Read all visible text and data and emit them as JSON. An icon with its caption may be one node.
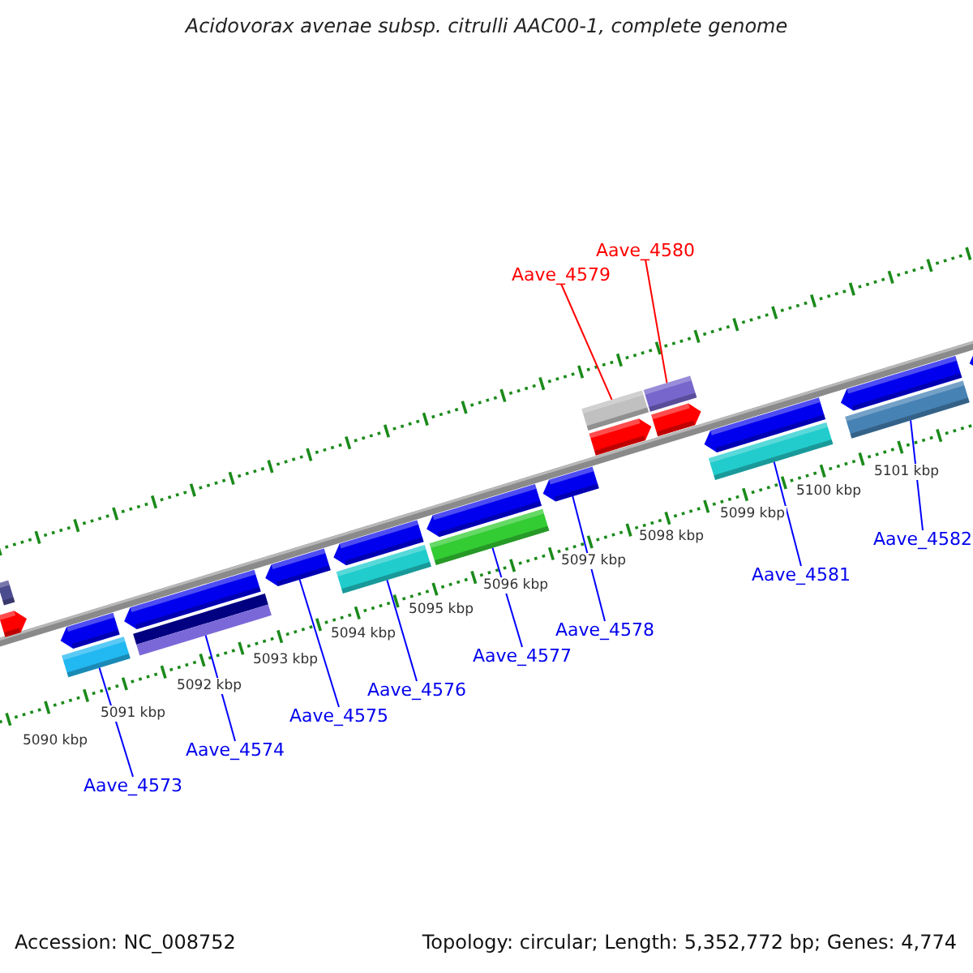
{
  "diagram": {
    "title": "Acidovorax avenae subsp. citrulli AAC00-1, complete genome",
    "nodes": [
      {
        "text": [
          "Aave_4573"
        ]
      },
      {
        "text": [
          "Aave_4574"
        ]
      },
      {
        "text": [
          "Aave_4575"
        ]
      },
      {
        "text": [
          "Aave_4576"
        ]
      },
      {
        "text": [
          "Aave_4577"
        ]
      },
      {
        "text": [
          "Aave_4578"
        ]
      },
      {
        "text": [
          "Aave_4579"
        ]
      },
      {
        "text": [
          "Aave_4580"
        ]
      },
      {
        "text": [
          "Aave_4581"
        ]
      },
      {
        "text": [
          "Aave_4582"
        ]
      },
      {
        "text": [],
        "shape": "bar"
      },
      {
        "text": [],
        "shape": "arrow"
      },
      {
        "text": [],
        "shape": "arrow"
      },
      {
        "text": [],
        "shape": "bar"
      },
      {
        "text": [],
        "shape": "arrow"
      },
      {
        "text": [],
        "shape": "bar"
      },
      {
        "text": [],
        "shape": "arrow"
      },
      {
        "text": [],
        "shape": "arrow"
      },
      {
        "text": [],
        "shape": "bar"
      },
      {
        "text": [],
        "shape": "arrow"
      },
      {
        "text": [],
        "shape": "bar"
      },
      {
        "text": [],
        "shape": "arrow"
      },
      {
        "text": [],
        "shape": "bar"
      },
      {
        "text": [],
        "shape": "arrow"
      },
      {
        "text": [],
        "shape": "bar"
      },
      {
        "text": [],
        "shape": "arrow"
      },
      {
        "text": [],
        "shape": "arrow"
      },
      {
        "text": [],
        "shape": "bar"
      },
      {
        "text": [],
        "shape": "arrow"
      },
      {
        "text": [],
        "shape": "bar"
      },
      {
        "text": [],
        "shape": "arrow"
      }
    ],
    "edges": [
      {
        "from": 0,
        "to": 13,
        "arrow": "none"
      },
      {
        "from": 1,
        "to": 15,
        "arrow": "none"
      },
      {
        "from": 2,
        "to": 16,
        "arrow": "none"
      },
      {
        "from": 3,
        "to": 18,
        "arrow": "none"
      },
      {
        "from": 4,
        "to": 20,
        "arrow": "none"
      },
      {
        "from": 5,
        "to": 21,
        "arrow": "none"
      },
      {
        "from": 6,
        "to": 22,
        "arrow": "none",
        "color": "#ff0000"
      },
      {
        "from": 7,
        "to": 24,
        "arrow": "none",
        "color": "#ff0000"
      },
      {
        "from": 8,
        "to": 27,
        "arrow": "none"
      },
      {
        "from": 9,
        "to": 29,
        "arrow": "none"
      }
    ],
    "labels": [
      "5090 kbp",
      "5091 kbp",
      "5092 kbp",
      "5093 kbp",
      "5094 kbp",
      "5095 kbp",
      "5096 kbp",
      "5097 kbp",
      "5098 kbp",
      "5099 kbp",
      "5100 kbp",
      "5101 kbp",
      "Accession: NC_008752",
      "Topology: circular; Length: 5,352,772 bp; Genes: 4,774"
    ]
  }
}
